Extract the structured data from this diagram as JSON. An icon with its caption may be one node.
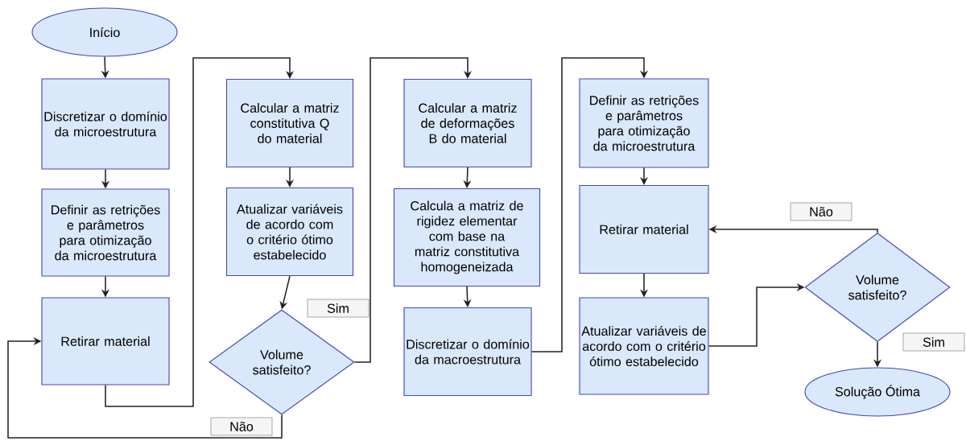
{
  "diagram": {
    "nodes": [
      {
        "text": [
          "Início"
        ]
      },
      {
        "text": [
          "Discretizar o domínio da microestrutura"
        ]
      },
      {
        "text": [
          "Definir as retrições e parâmetros para otimização da microestrutura"
        ]
      },
      {
        "text": [
          "Retirar material"
        ]
      },
      {
        "text": [
          "Calcular a matriz constitutiva Q do material"
        ]
      },
      {
        "text": [
          "Atualizar variáveis de acordo com o critério ótimo estabelecido"
        ]
      },
      {
        "text": [
          "Volume satisfeito?"
        ]
      },
      {
        "text": [
          "Calcular a matriz de deformações B do material"
        ]
      },
      {
        "text": [
          "Calcula a matriz de rigidez elementar com base na matriz constitutiva homogeneizada"
        ]
      },
      {
        "text": [
          "Discretizar o domínio da macroestrutura"
        ]
      },
      {
        "text": [
          "Definir as retrições e parâmetros para otimização da microestrutura"
        ]
      },
      {
        "text": [
          "Retirar material"
        ]
      },
      {
        "text": [
          "Atualizar variáveis de acordo com o critério ótimo estabelecido"
        ]
      },
      {
        "text": [
          "Volume satisfeito?"
        ]
      },
      {
        "text": [
          "Solução Ótima"
        ]
      }
    ],
    "edges": [
      {
        "from": 0,
        "to": 1,
        "arrow": "to"
      },
      {
        "from": 1,
        "to": 2,
        "arrow": "to"
      },
      {
        "from": 2,
        "to": 3,
        "arrow": "to"
      },
      {
        "from": 3,
        "to": 4,
        "arrow": "to"
      },
      {
        "from": 4,
        "to": 5,
        "arrow": "to"
      },
      {
        "from": 5,
        "to": 6,
        "arrow": "to"
      },
      {
        "from": 6,
        "to": 7,
        "arrow": "to",
        "label": "Sim"
      },
      {
        "from": 7,
        "to": 8,
        "arrow": "to"
      },
      {
        "from": 8,
        "to": 9,
        "arrow": "to"
      },
      {
        "from": 9,
        "to": 10,
        "arrow": "to"
      },
      {
        "from": 10,
        "to": 11,
        "arrow": "to"
      },
      {
        "from": 11,
        "to": 12,
        "arrow": "to"
      },
      {
        "from": 12,
        "to": 13,
        "arrow": "to"
      },
      {
        "from": 13,
        "to": 11,
        "arrow": "to",
        "label": "Não"
      },
      {
        "from": 13,
        "to": 14,
        "arrow": "to",
        "label": "Sim"
      },
      {
        "from": 6,
        "to": 3,
        "arrow": "to",
        "label": "Não"
      }
    ]
  }
}
